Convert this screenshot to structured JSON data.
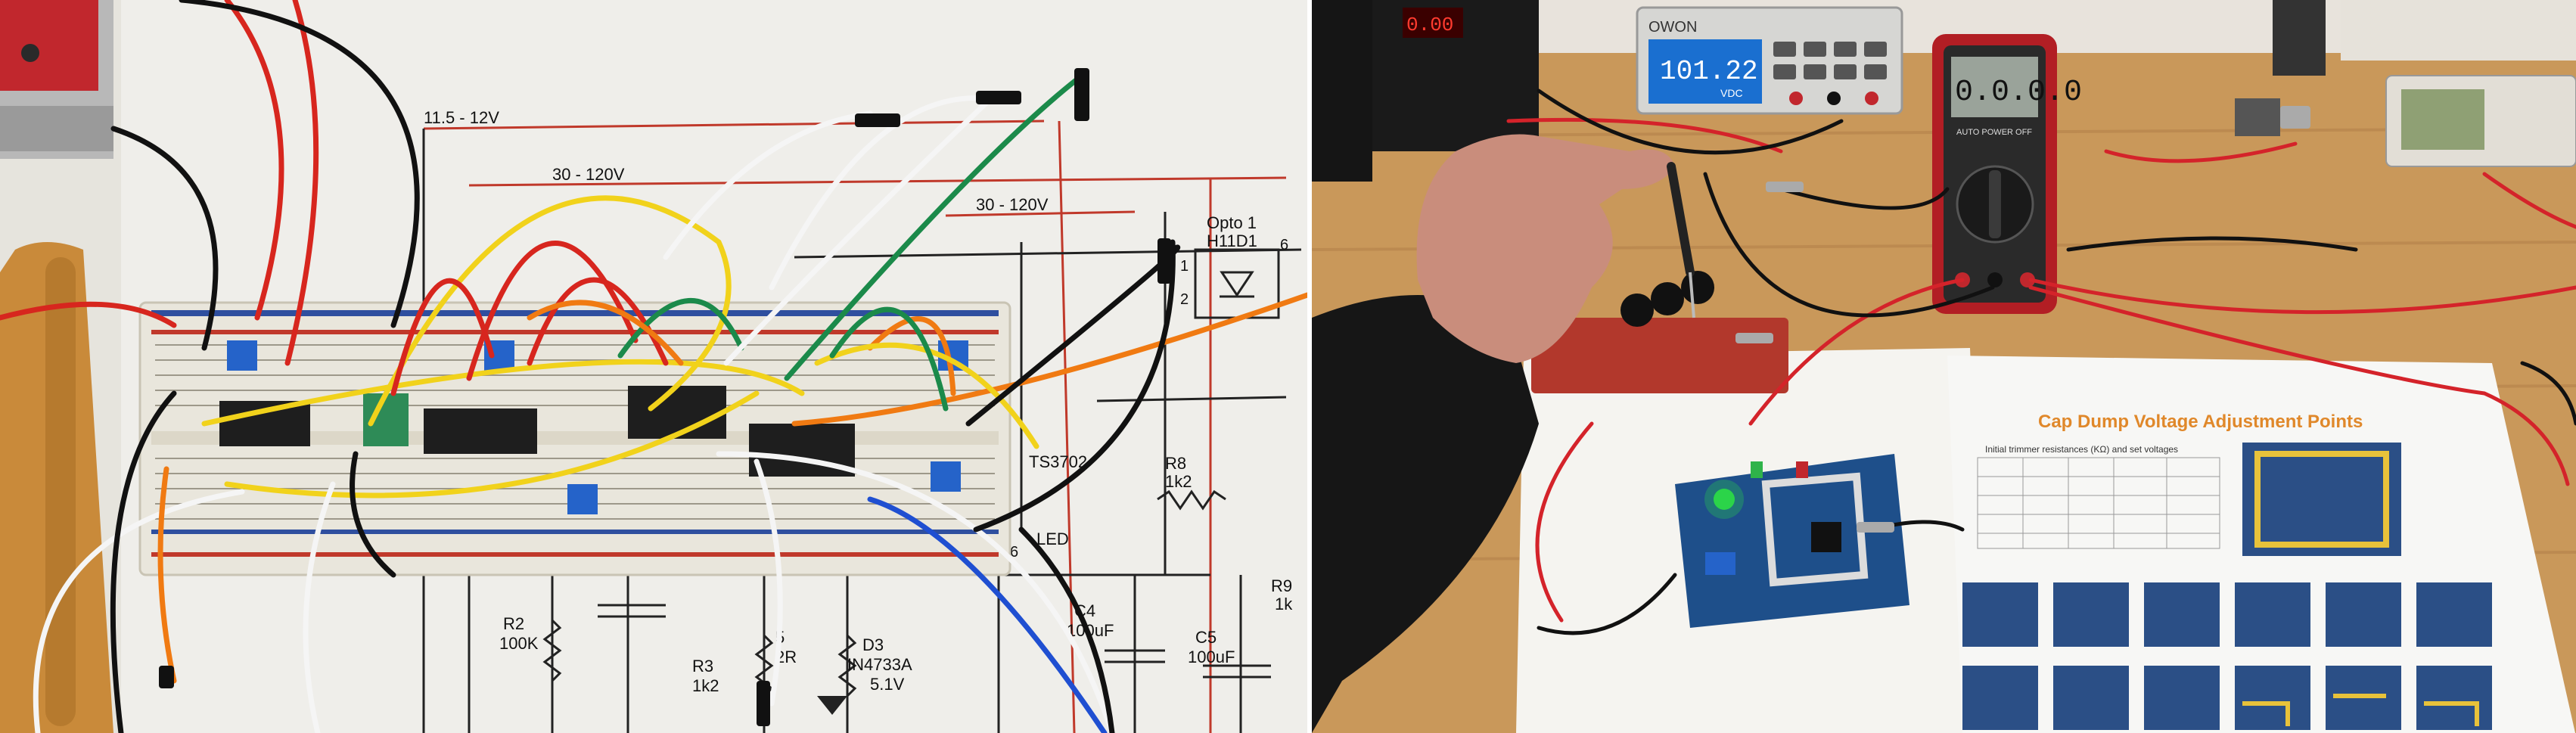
{
  "left_photo": {
    "schematic_labels": {
      "rail_a": "11.5 - 12V",
      "rail_b": "30 - 120V",
      "rail_c": "30 - 120V",
      "opto_title": "Opto 1",
      "opto_part": "H11D1",
      "pin_1": "1",
      "pin_2": "2",
      "pin_6": "6",
      "pin_6b": "6",
      "ic": "TS3702",
      "r8_name": "R8",
      "r8_value": "1k2",
      "led": "LED",
      "c4_name": "C4",
      "c4_value": "100uF",
      "c5_name": "C5",
      "c5_value": "100uF",
      "r9_name": "R9",
      "r9_value": "1k",
      "r2_name": "R2",
      "r2_value": "100K",
      "r3_name": "R3",
      "r3_value": "1k2",
      "r5_name": "5",
      "r5_value": "2R",
      "d3_name": "D3",
      "d3_part": "IN4733A",
      "d3_value": "5.1V"
    }
  },
  "right_photo": {
    "bench_meter": {
      "brand": "OWON",
      "reading": "101.22",
      "unit": "VDC"
    },
    "handheld_meter": {
      "reading": "0.0.0.0",
      "label": "AUTO POWER OFF"
    },
    "sheet": {
      "title": "Cap Dump Voltage Adjustment Points",
      "subtitle": "Initial trimmer resistances (KΩ) and set voltages"
    }
  },
  "colors": {
    "breadboard": "#e9e6dc",
    "schematic_line": "#c0392b",
    "desk_wood": "#c9985a",
    "pcb_blue": "#1e4f8a",
    "meter_red": "#b21e24",
    "lcd_blue": "#1a6fd0"
  }
}
